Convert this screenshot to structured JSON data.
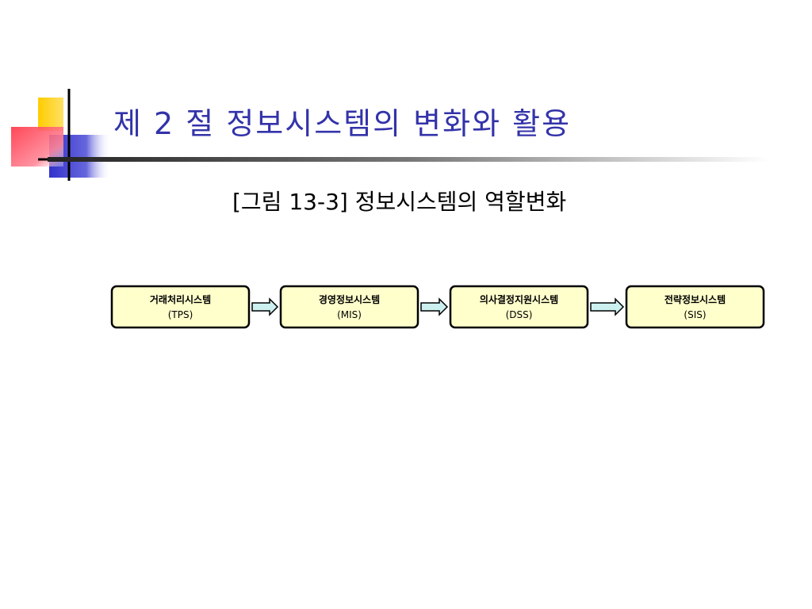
{
  "slide": {
    "title": "제 2 절 정보시스템의 변화와 활용",
    "caption": "[그림 13-3] 정보시스템의 역할변화"
  },
  "colors": {
    "title": "#3333aa",
    "box_fill": "#ffffcc",
    "box_stroke": "#000000",
    "arrow_fill": "#ccf0f0",
    "deco_yellow": "#ffcc00",
    "deco_blue": "#3333cc",
    "deco_red": "#ff3344"
  },
  "diagram": {
    "nodes": [
      {
        "name": "거래처리시스템",
        "abbr": "(TPS)"
      },
      {
        "name": "경영정보시스템",
        "abbr": "(MIS)"
      },
      {
        "name": "의사결정지원시스템",
        "abbr": "(DSS)"
      },
      {
        "name": "전략정보시스템",
        "abbr": "(SIS)"
      }
    ],
    "edges": [
      {
        "from": 0,
        "to": 1
      },
      {
        "from": 1,
        "to": 2
      },
      {
        "from": 2,
        "to": 3
      }
    ]
  }
}
